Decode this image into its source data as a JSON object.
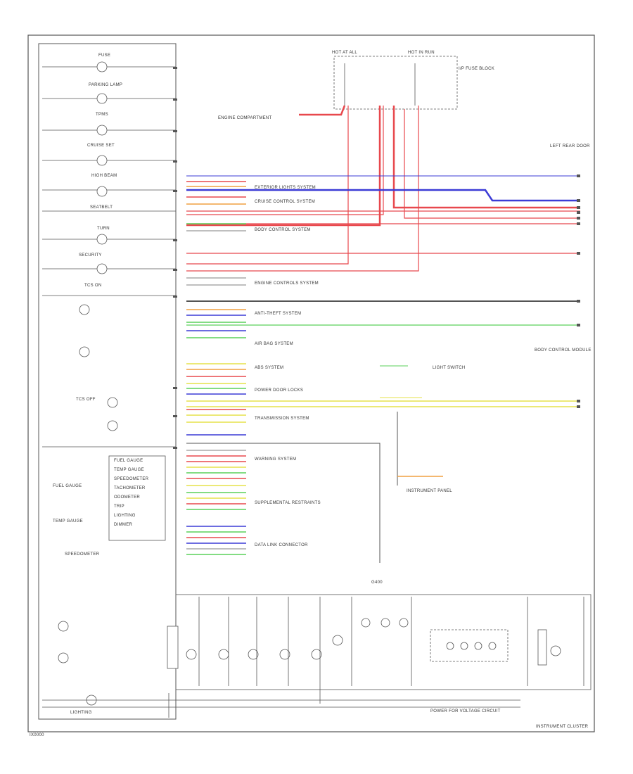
{
  "diagram": {
    "footer_title": "INSTRUMENT CLUSTER",
    "page_code": "IX0000",
    "ground_note": "POWER FOR VOLTAGE CIRCUIT",
    "ground_ref": "G400"
  },
  "fuse_boxes": {
    "left": "HOT AT ALL",
    "right": "HOT IN RUN",
    "left_desc": "ENGINE COMPARTMENT",
    "right_desc": "I/P FUSE BLOCK"
  },
  "left_indicators": [
    "FUSE",
    "PARKING LAMP",
    "TPMS",
    "CRUISE SET",
    "HIGH BEAM",
    "SEATBELT",
    "TURN",
    "SECURITY",
    "TCS ON",
    "TCS OFF"
  ],
  "cluster_labels": [
    "FUEL GAUGE",
    "TEMP GAUGE",
    "SPEEDOMETER",
    "TACHOMETER",
    "ODOMETER",
    "TRIP",
    "LIGHTING",
    "DIMMER"
  ],
  "gauge_labels": [
    "FUEL GAUGE",
    "TEMP GAUGE",
    "SPEEDOMETER",
    "LIGHTING"
  ],
  "module_labels": [
    "EXTERIOR LIGHTS SYSTEM",
    "CRUISE CONTROL SYSTEM",
    "BODY CONTROL SYSTEM",
    "ENGINE CONTROLS SYSTEM",
    "ANTI-THEFT SYSTEM",
    "AIR BAG SYSTEM",
    "ABS SYSTEM",
    "POWER DOOR LOCKS",
    "TRANSMISSION SYSTEM",
    "WARNING SYSTEM",
    "SUPPLEMENTAL RESTRAINTS",
    "DATA LINK CONNECTOR"
  ],
  "right_labels": [
    "LEFT REAR DOOR",
    "BODY CONTROL MODULE",
    "LIGHT SWITCH",
    "INSTRUMENT PANEL"
  ],
  "colors": {
    "red": "#e8484d",
    "blue": "#3b3bd6",
    "yellow": "#e6e24a",
    "green": "#5ad05a",
    "orange": "#f0a040",
    "gray": "#555555"
  }
}
